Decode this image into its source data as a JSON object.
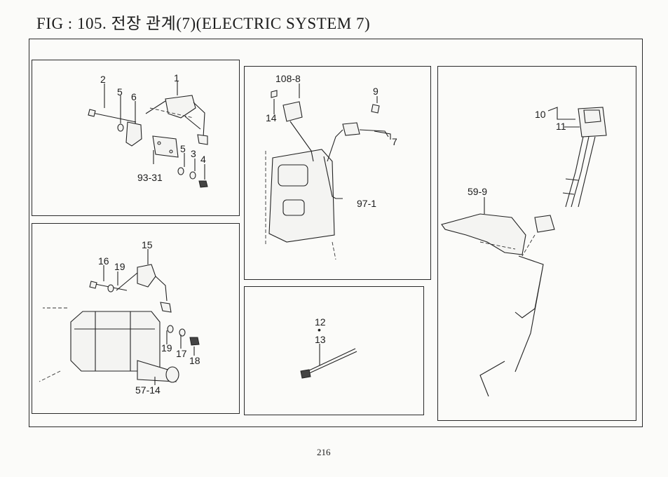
{
  "figure": {
    "title": "FIG : 105. 전장 관계(7)(ELECTRIC SYSTEM 7)",
    "page_number": "216"
  },
  "panels": {
    "top_left": {
      "labels": [
        "1",
        "2",
        "5",
        "6",
        "5",
        "3",
        "4",
        "93-31"
      ]
    },
    "bottom_left": {
      "labels": [
        "15",
        "16",
        "19",
        "19",
        "17",
        "18",
        "57-14"
      ]
    },
    "top_middle": {
      "labels": [
        "108-8",
        "14",
        "9",
        "7",
        "97-1"
      ]
    },
    "bottom_middle": {
      "labels": [
        "12",
        "•",
        "13"
      ]
    },
    "right": {
      "labels": [
        "10",
        "11",
        "59-9"
      ]
    }
  }
}
